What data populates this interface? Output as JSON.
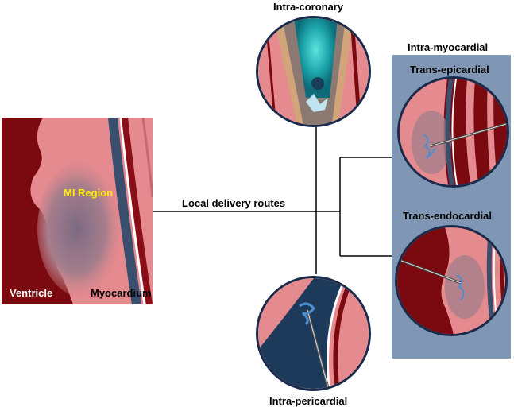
{
  "labels": {
    "intra_coronary": "Intra-coronary",
    "intra_myocardial": "Intra-myocardial",
    "trans_epicardial": "Trans-epicardial",
    "trans_endocardial": "Trans-endocardial",
    "intra_pericardial": "Intra-pericardial",
    "local_delivery": "Local delivery routes",
    "mi_region": "MI Region",
    "ventricle": "Ventricle",
    "myocardium": "Myocardium"
  },
  "colors": {
    "ventricle": "#7a0a10",
    "myocardium": "#e58a8e",
    "infarct": "#8a6f86",
    "mi_label": "#ffee00",
    "panel": "#7f96b5",
    "pericardium": "#1e3a5a",
    "gel": "#4a8fd0"
  }
}
